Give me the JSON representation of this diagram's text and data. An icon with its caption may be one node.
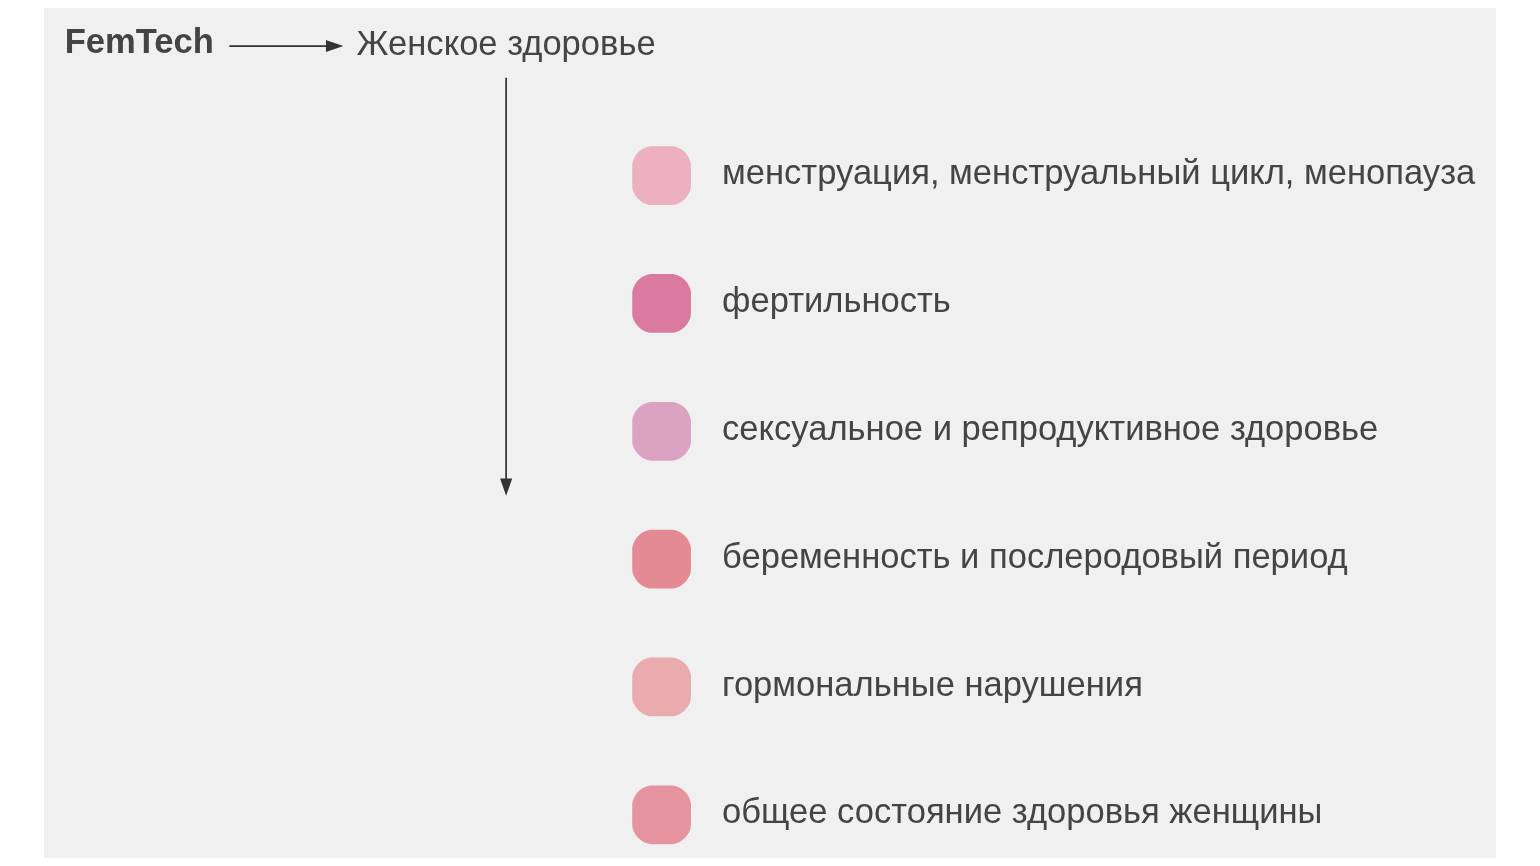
{
  "diagram": {
    "nodes": [
      {
        "text": [
          "FemTech"
        ]
      },
      {
        "text": [
          "Женское здоровье"
        ]
      }
    ],
    "edges": [
      {
        "from": 0,
        "to": 1,
        "arrow": "to"
      },
      {
        "from": 1,
        "to": null,
        "arrow": "to"
      }
    ],
    "legend": [
      {
        "text": "менструация, менструальный цикл, менопауза",
        "color": "#ecb0c0"
      },
      {
        "text": "фертильность",
        "color": "#db7a9f"
      },
      {
        "text": "сексуальное и репродуктивное здоровье",
        "color": "#dba2c2"
      },
      {
        "text": "беременность и послеродовый период",
        "color": "#e48a95"
      },
      {
        "text": "гормональные нарушения",
        "color": "#e9abad"
      },
      {
        "text": "общее состояние здоровья женщины",
        "color": "#e4939f"
      }
    ]
  }
}
